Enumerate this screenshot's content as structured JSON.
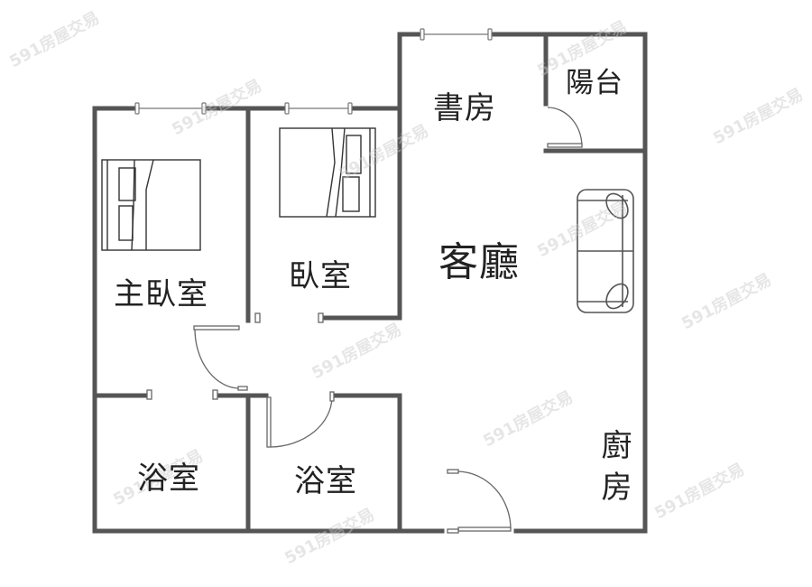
{
  "floorplan": {
    "rooms": [
      {
        "id": "master-bedroom",
        "label": "主臥室"
      },
      {
        "id": "bedroom",
        "label": "臥室"
      },
      {
        "id": "study",
        "label": "書房"
      },
      {
        "id": "balcony",
        "label": "陽台"
      },
      {
        "id": "living-room",
        "label": "客廳"
      },
      {
        "id": "bathroom-1",
        "label": "浴室"
      },
      {
        "id": "bathroom-2",
        "label": "浴室"
      },
      {
        "id": "kitchen",
        "label": "廚房"
      }
    ],
    "furniture": [
      {
        "type": "bed",
        "room": "master-bedroom"
      },
      {
        "type": "bed",
        "room": "bedroom"
      },
      {
        "type": "sofa",
        "room": "living-room"
      }
    ],
    "colors": {
      "wall": "#555555",
      "line": "#333333",
      "watermark": "#d0d0d0"
    }
  },
  "watermark": {
    "text": "591房屋交易"
  }
}
